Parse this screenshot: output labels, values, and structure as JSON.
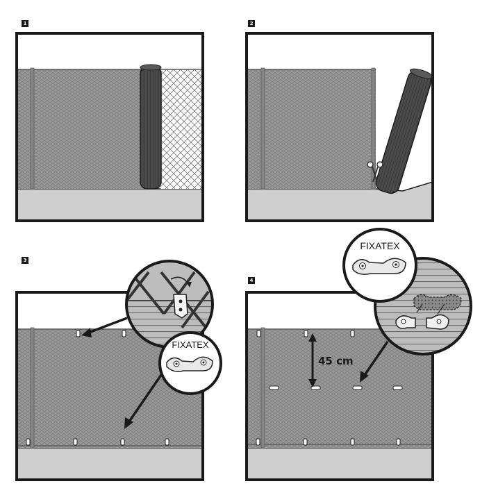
{
  "steps": [
    {
      "number": "1"
    },
    {
      "number": "2"
    },
    {
      "number": "3",
      "callout_label": "FIXATEX"
    },
    {
      "number": "4",
      "callout_label": "FIXATEX",
      "spacing_label": "45 cm"
    }
  ],
  "colors": {
    "outline": "#1a1a1a",
    "ground": "#cfcfcf",
    "screen": "#9a9a9a",
    "roll": "#4a4a4a",
    "callout_bg": "#bdbdbd"
  },
  "icons": [
    "scissors-icon",
    "rotate-arrow-icon",
    "fixatex-clip-icon"
  ]
}
